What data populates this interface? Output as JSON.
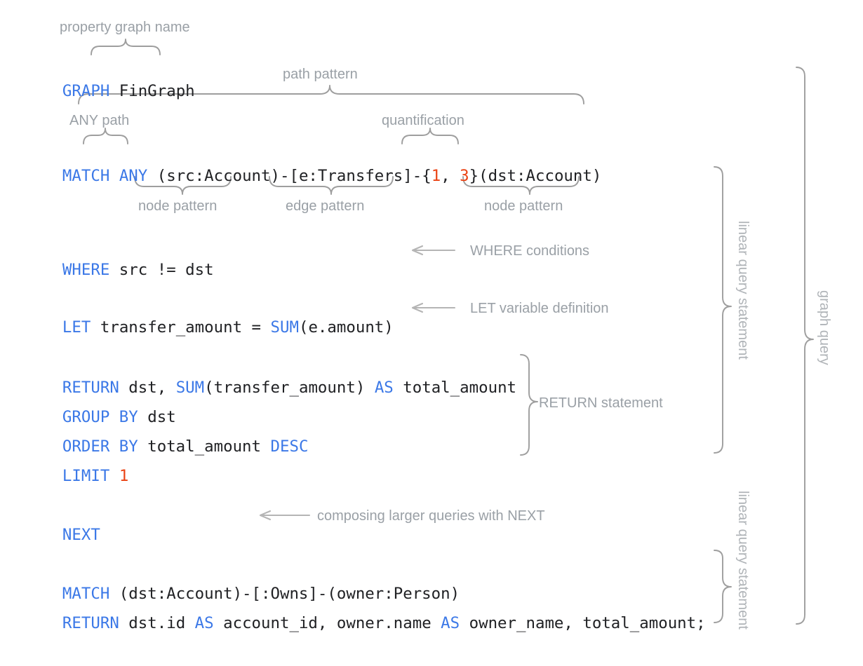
{
  "diagram": {
    "title": "GQL graph query syntax breakdown",
    "background": "#ffffff",
    "colors": {
      "keyword": "#3b78e7",
      "literal": "#ea4314",
      "plain": "#202124",
      "annotation": "#9aa0a6",
      "brace": "#9e9e9e"
    }
  },
  "code": {
    "lines": [
      {
        "id": "graph-line",
        "tokens": [
          {
            "text": "GRAPH",
            "kind": "kw"
          },
          {
            "text": " FinGraph",
            "kind": "pl"
          }
        ]
      },
      {
        "id": "match-line",
        "tokens": [
          {
            "text": "MATCH",
            "kind": "kw"
          },
          {
            "text": " ",
            "kind": "pl"
          },
          {
            "text": "ANY",
            "kind": "kw"
          },
          {
            "text": " (src:Account)-[e:Transfers]-{",
            "kind": "pl"
          },
          {
            "text": "1",
            "kind": "num"
          },
          {
            "text": ", ",
            "kind": "pl"
          },
          {
            "text": "3",
            "kind": "num"
          },
          {
            "text": "}(dst:Account)",
            "kind": "pl"
          }
        ]
      },
      {
        "id": "where-line",
        "tokens": [
          {
            "text": "WHERE",
            "kind": "kw"
          },
          {
            "text": " src != dst",
            "kind": "pl"
          }
        ]
      },
      {
        "id": "let-line",
        "tokens": [
          {
            "text": "LET",
            "kind": "kw"
          },
          {
            "text": " transfer_amount = ",
            "kind": "pl"
          },
          {
            "text": "SUM",
            "kind": "kw"
          },
          {
            "text": "(e.amount)",
            "kind": "pl"
          }
        ]
      },
      {
        "id": "return-line-1",
        "tokens": [
          {
            "text": "RETURN",
            "kind": "kw"
          },
          {
            "text": " dst, ",
            "kind": "pl"
          },
          {
            "text": "SUM",
            "kind": "kw"
          },
          {
            "text": "(transfer_amount) ",
            "kind": "pl"
          },
          {
            "text": "AS",
            "kind": "kw"
          },
          {
            "text": " total_amount",
            "kind": "pl"
          }
        ]
      },
      {
        "id": "group-by-line",
        "tokens": [
          {
            "text": "GROUP BY",
            "kind": "kw"
          },
          {
            "text": " dst",
            "kind": "pl"
          }
        ]
      },
      {
        "id": "order-by-line",
        "tokens": [
          {
            "text": "ORDER BY",
            "kind": "kw"
          },
          {
            "text": " total_amount ",
            "kind": "pl"
          },
          {
            "text": "DESC",
            "kind": "kw"
          }
        ]
      },
      {
        "id": "limit-line",
        "tokens": [
          {
            "text": "LIMIT",
            "kind": "kw"
          },
          {
            "text": " ",
            "kind": "pl"
          },
          {
            "text": "1",
            "kind": "num"
          }
        ]
      },
      {
        "id": "next-line",
        "tokens": [
          {
            "text": "NEXT",
            "kind": "kw"
          }
        ]
      },
      {
        "id": "match-line-2",
        "tokens": [
          {
            "text": "MATCH",
            "kind": "kw"
          },
          {
            "text": " (dst:Account)-[:Owns]-(owner:Person)",
            "kind": "pl"
          }
        ]
      },
      {
        "id": "return-line-2",
        "tokens": [
          {
            "text": "RETURN",
            "kind": "kw"
          },
          {
            "text": " dst.id ",
            "kind": "pl"
          },
          {
            "text": "AS",
            "kind": "kw"
          },
          {
            "text": " account_id, owner.name ",
            "kind": "pl"
          },
          {
            "text": "AS",
            "kind": "kw"
          },
          {
            "text": " owner_name, total_amount;",
            "kind": "pl"
          }
        ]
      }
    ]
  },
  "annotations": {
    "property_graph_name": "property graph name",
    "path_pattern": "path pattern",
    "any_path": "ANY path",
    "quantification": "quantification",
    "node_pattern_left": "node pattern",
    "edge_pattern": "edge pattern",
    "node_pattern_right": "node pattern",
    "where_conditions": "WHERE conditions",
    "let_variable_definition": "LET variable definition",
    "return_statement": "RETURN statement",
    "composing_next": "composing larger queries with NEXT",
    "linear_query_statement_1": "linear query statement",
    "linear_query_statement_2": "linear query statement",
    "graph_query": "graph query"
  }
}
